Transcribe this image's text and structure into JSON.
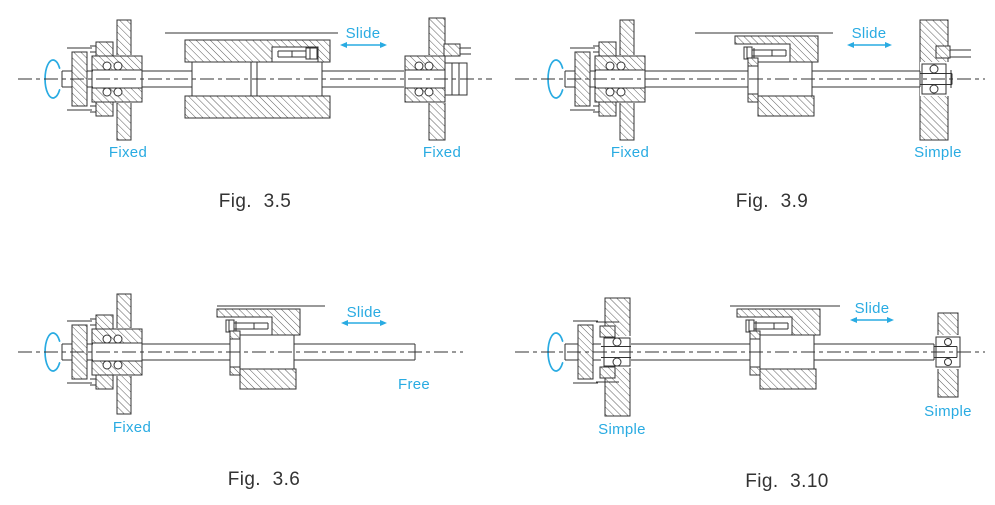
{
  "colors": {
    "accent": "#29ABE2",
    "line": "#333333",
    "background": "#ffffff"
  },
  "figures": [
    {
      "caption": "Fig. 3.5",
      "slide_label": "Slide",
      "left_label": "Fixed",
      "right_label": "Fixed",
      "left_type": "fixed",
      "right_type": "fixed",
      "nut_type": "double"
    },
    {
      "caption": "Fig. 3.9",
      "slide_label": "Slide",
      "left_label": "Fixed",
      "right_label": "Simple",
      "left_type": "fixed",
      "right_type": "simple",
      "nut_type": "single"
    },
    {
      "caption": "Fig. 3.6",
      "slide_label": "Slide",
      "left_label": "Fixed",
      "right_label": "Free",
      "left_type": "fixed",
      "right_type": "free",
      "nut_type": "single"
    },
    {
      "caption": "Fig. 3.10",
      "slide_label": "Slide",
      "left_label": "Simple",
      "right_label": "Simple",
      "left_type": "simple",
      "right_type": "simple",
      "nut_type": "single"
    }
  ]
}
